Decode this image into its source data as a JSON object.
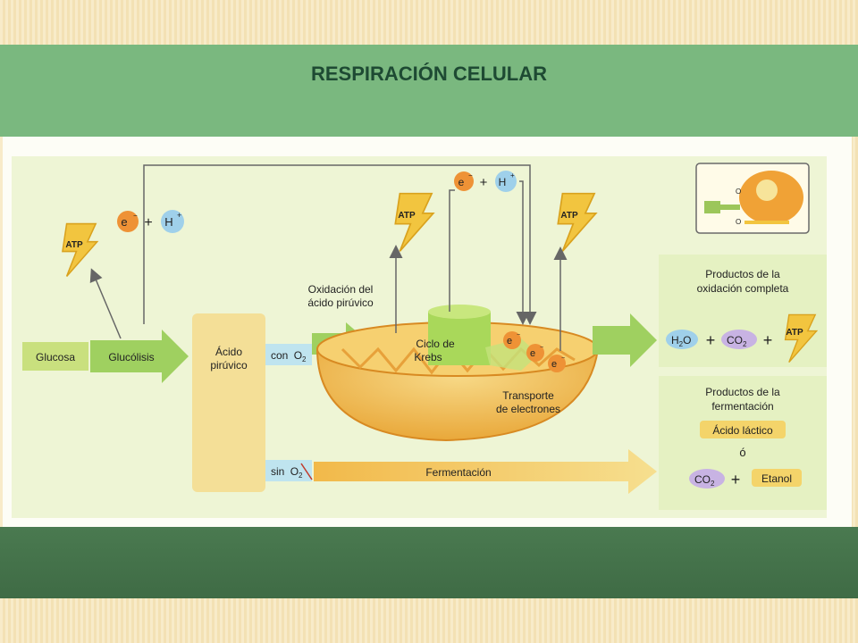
{
  "slide": {
    "title": "RESPIRACIÓN CELULAR",
    "colors": {
      "header": "#7ab87f",
      "title": "#1e4a33",
      "footer": "#3f6b45"
    }
  },
  "diagram": {
    "glucose": "Glucosa",
    "glycolysis": "Glucólisis",
    "pyruvic_acid": [
      "Ácido",
      "pirúvico"
    ],
    "with_o2": "con",
    "without_o2": "sin",
    "o2": "O",
    "o2_sub": "2",
    "pyruvate_oxidation": [
      "Oxidación del",
      "ácido pirúvico"
    ],
    "krebs_cycle": [
      "Ciclo de",
      "Krebs"
    ],
    "electron_transport": [
      "Transporte",
      "de electrones"
    ],
    "fermentation": "Fermentación",
    "atp": "ATP",
    "electron": "e",
    "electron_sup": "−",
    "proton": "H",
    "proton_sup": "+",
    "plus": "+",
    "complete_oxidation_products": [
      "Productos de la",
      "oxidación completa"
    ],
    "water": "H",
    "water_sub": "2",
    "water_end": "O",
    "co2": "CO",
    "co2_sub": "2",
    "fermentation_products": [
      "Productos de la",
      "fermentación"
    ],
    "lactic_acid": "Ácido láctico",
    "or": "ó",
    "ethanol": "Etanol"
  }
}
